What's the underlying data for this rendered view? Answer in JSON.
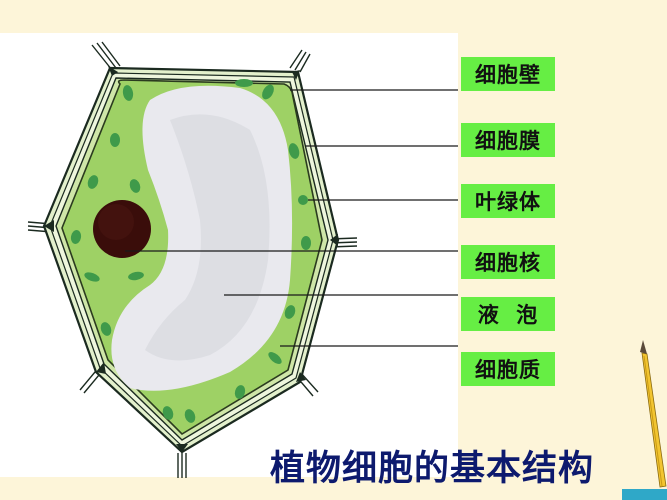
{
  "diagram": {
    "title": "植物细胞的基本结构",
    "subject": "plant cell structure",
    "colors": {
      "background": "#fdf5d9",
      "panel": "#ffffff",
      "label_bg": "#66ee44",
      "label_text": "#111111",
      "title_text": "#0d1a6e",
      "cytoplasm": "#9ed165",
      "chloroplast": "#3f9a4a",
      "nucleus": "#3a0d0a",
      "vacuole": "#e8e8ec",
      "wall_line": "#1b2a20"
    },
    "labels": [
      {
        "id": "cell-wall",
        "text": "细胞壁",
        "english": "cell wall"
      },
      {
        "id": "cell-membrane",
        "text": "细胞膜",
        "english": "cell membrane"
      },
      {
        "id": "chloroplast",
        "text": "叶绿体",
        "english": "chloroplast"
      },
      {
        "id": "nucleus",
        "text": "细胞核",
        "english": "nucleus"
      },
      {
        "id": "vacuole",
        "text": "液  泡",
        "english": "vacuole"
      },
      {
        "id": "cytoplasm",
        "text": "细胞质",
        "english": "cytoplasm"
      }
    ]
  }
}
